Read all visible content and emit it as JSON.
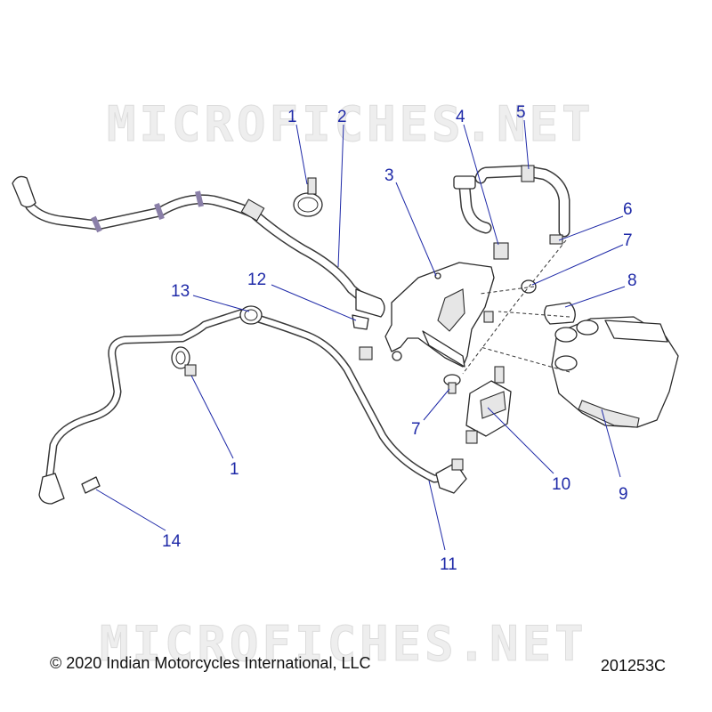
{
  "watermark": "MICROFICHES.NET",
  "copyright": "© 2020 Indian Motorcycles International, LLC",
  "drawing_number": "201253C",
  "callouts": [
    {
      "id": "c1a",
      "label": "1"
    },
    {
      "id": "c2",
      "label": "2"
    },
    {
      "id": "c3",
      "label": "3"
    },
    {
      "id": "c4",
      "label": "4"
    },
    {
      "id": "c5",
      "label": "5"
    },
    {
      "id": "c6",
      "label": "6"
    },
    {
      "id": "c7a",
      "label": "7"
    },
    {
      "id": "c8",
      "label": "8"
    },
    {
      "id": "c9",
      "label": "9"
    },
    {
      "id": "c10",
      "label": "10"
    },
    {
      "id": "c11",
      "label": "11"
    },
    {
      "id": "c12",
      "label": "12"
    },
    {
      "id": "c13",
      "label": "13"
    },
    {
      "id": "c7b",
      "label": "7"
    },
    {
      "id": "c1b",
      "label": "1"
    },
    {
      "id": "c14",
      "label": "14"
    }
  ],
  "colors": {
    "callout": "#1f2aa8",
    "hose_band": "#8a7fa8",
    "line": "#2a2a2a"
  }
}
